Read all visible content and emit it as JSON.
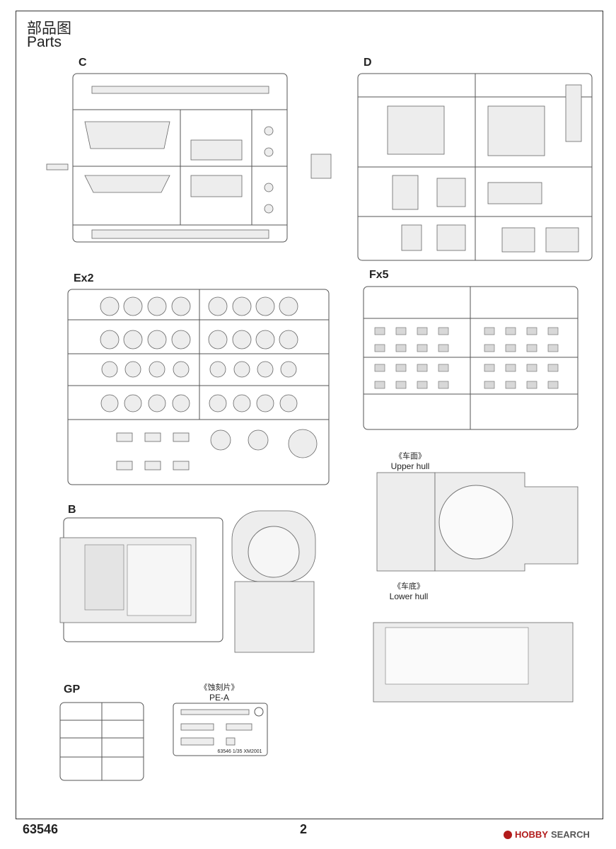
{
  "header": {
    "title_cn": "部品图",
    "title_en": "Parts"
  },
  "sections": {
    "c": "C",
    "d": "D",
    "ex2": "Ex2",
    "fx5": "Fx5",
    "b": "B",
    "gp": "GP"
  },
  "captions": {
    "upper_hull_cn": "《车面》",
    "upper_hull_en": "Upper hull",
    "lower_hull_cn": "《车底》",
    "lower_hull_en": "Lower hull",
    "pe_cn": "《蚀刻片》",
    "pe_en": "PE-A",
    "pe_code": "63546  1/35  XM2001"
  },
  "footer": {
    "kit_number": "63546",
    "page_number": "2",
    "brand_hobby": "HOBBY",
    "brand_search": "SEARCH"
  }
}
